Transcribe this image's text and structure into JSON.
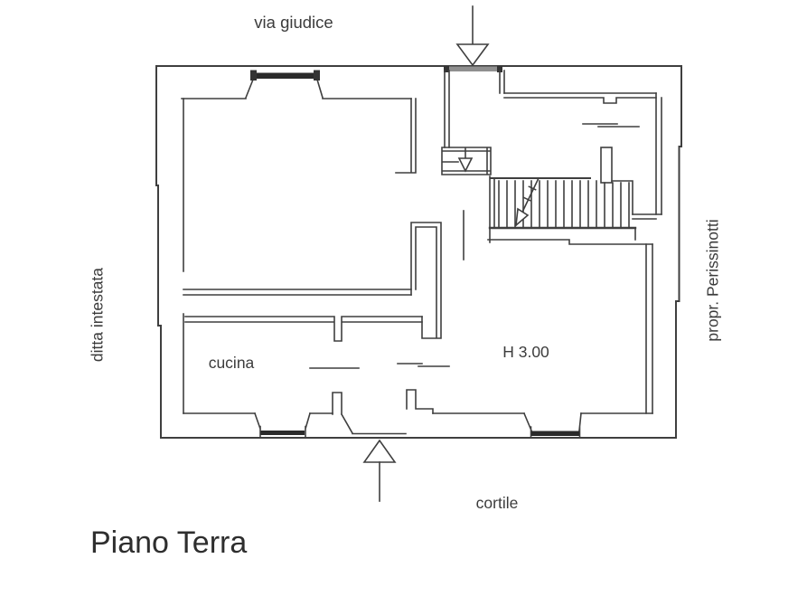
{
  "title": "Piano Terra",
  "labels": {
    "street_top": "via giudice",
    "left_side": "ditta intestata",
    "right_side": "propr. Perissinotti",
    "kitchen": "cucina",
    "height_note": "H 3.00",
    "courtyard": "cortile"
  },
  "colors": {
    "line": "#3f3f3f",
    "text": "#3c3c3c",
    "threshold": "#8f8f8f",
    "window_bar": "#2a2a2a",
    "background": "#ffffff"
  }
}
